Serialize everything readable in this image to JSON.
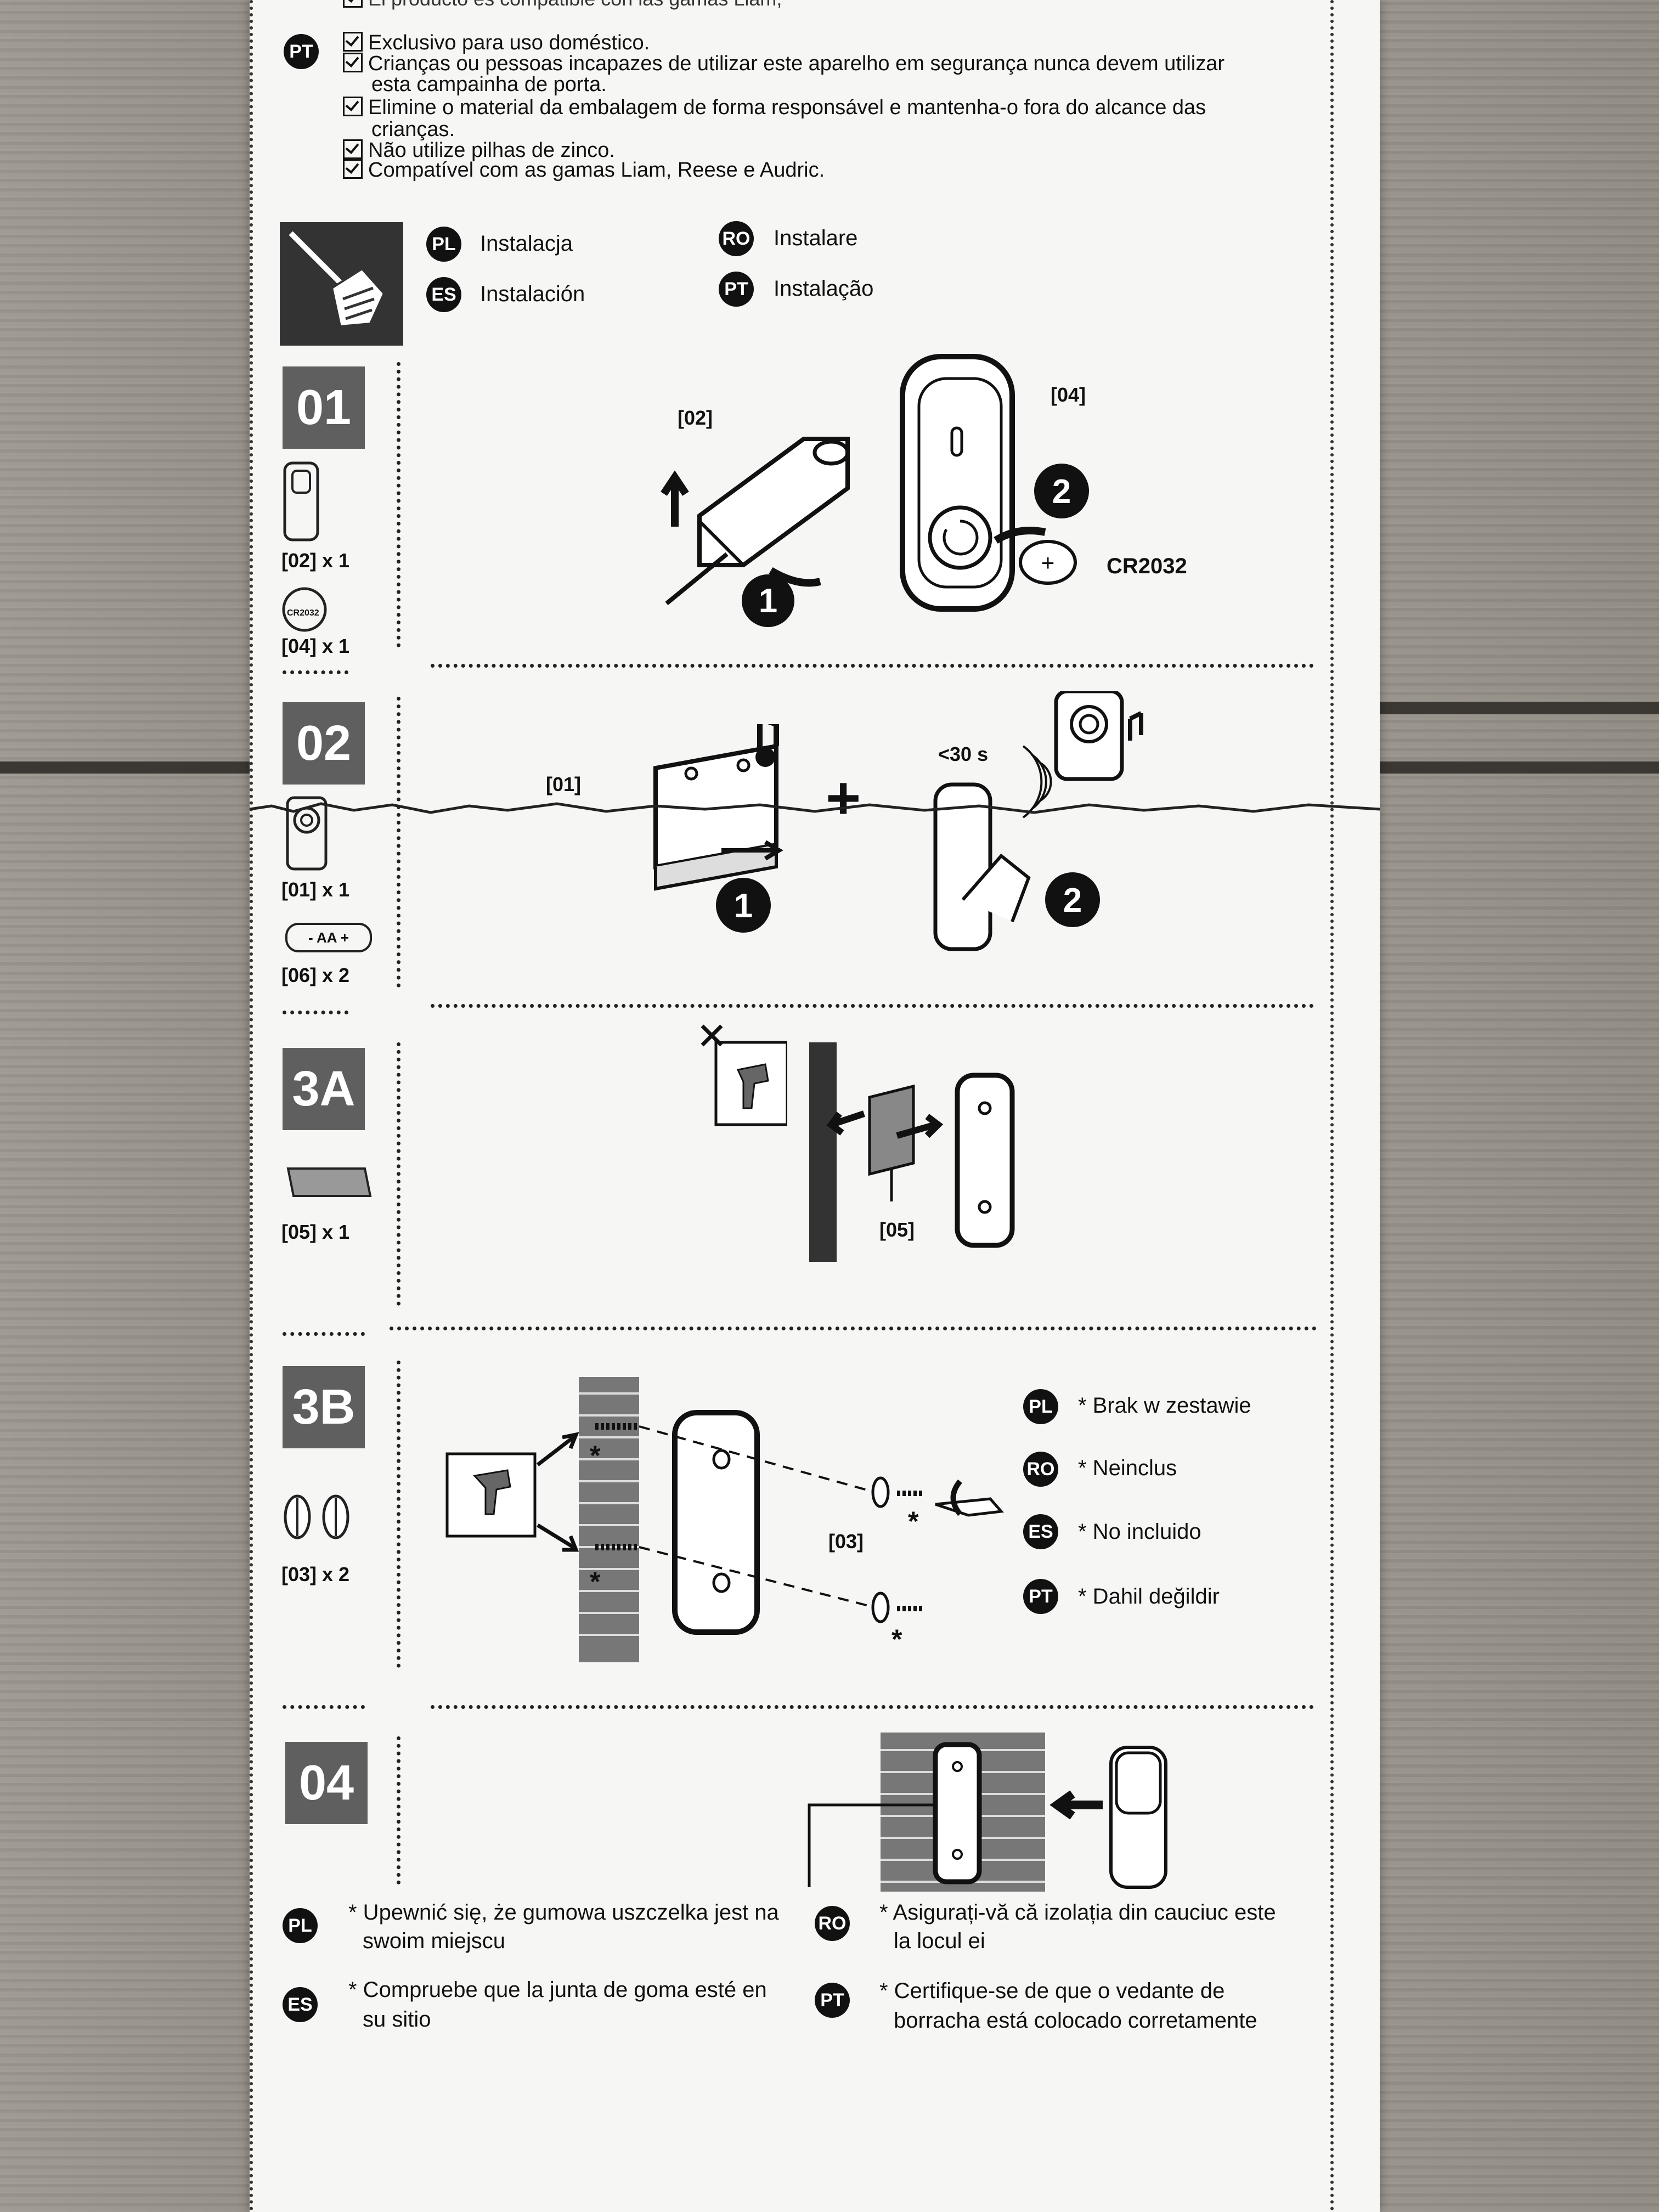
{
  "header": {
    "cut_text": "El producto es compatible con las gamas Liam,"
  },
  "safety_pt": {
    "lang": "PT",
    "items": [
      "Exclusivo para uso doméstico.",
      "Crianças ou pessoas incapazes de utilizar este aparelho em segurança nunca devem utilizar",
      "esta campainha de porta.",
      "Elimine o material da embalagem de forma responsável e mantenha-o fora do alcance das",
      "crianças.",
      "Não utilize pilhas de zinco.",
      "Compatível com as gamas Liam, Reese e Audric."
    ]
  },
  "installation": {
    "PL": "Instalacja",
    "ES": "Instalación",
    "RO": "Instalare",
    "PT": "Instalação",
    "codes": {
      "pl": "PL",
      "es": "ES",
      "ro": "RO",
      "pt": "PT"
    }
  },
  "step01": {
    "label": "01",
    "parts": [
      "[02] x 1",
      "[04] x 1"
    ],
    "callouts": {
      "a": "[02]",
      "b": "[04]",
      "battery": "CR2032",
      "coin": "CR2032"
    },
    "nums": [
      "1",
      "2"
    ]
  },
  "step02": {
    "label": "02",
    "parts": [
      "[01] x 1",
      "[06] x 2"
    ],
    "callouts": {
      "a": "[01]",
      "time": "<30 s"
    },
    "battery": "- AA +",
    "nums": [
      "1",
      "2"
    ]
  },
  "step3a": {
    "label": "3A",
    "parts": [
      "[05] x 1"
    ],
    "callouts": {
      "a": "[05]"
    }
  },
  "step3b": {
    "label": "3B",
    "parts": [
      "[03] x 2"
    ],
    "callouts": {
      "a": "[03]",
      "star": "*"
    },
    "notes": [
      {
        "lang": "PL",
        "text": "* Brak w zestawie"
      },
      {
        "lang": "RO",
        "text": "* Neinclus"
      },
      {
        "lang": "ES",
        "text": "* No incluido"
      },
      {
        "lang": "PT",
        "text": "* Dahil değildir"
      }
    ]
  },
  "step04": {
    "label": "04",
    "notes": [
      {
        "lang": "PL",
        "line1": "* Upewnić się, że gumowa uszczelka jest na",
        "line2": "swoim miejscu"
      },
      {
        "lang": "RO",
        "line1": "* Asigurați-vă că izolația din cauciuc este",
        "line2": "la locul ei"
      },
      {
        "lang": "ES",
        "line1": "* Compruebe que la junta de goma esté en",
        "line2": "su sitio"
      },
      {
        "lang": "PT",
        "line1": "* Certifique-se de que o vedante de",
        "line2": "borracha está colocado corretamente"
      }
    ]
  }
}
